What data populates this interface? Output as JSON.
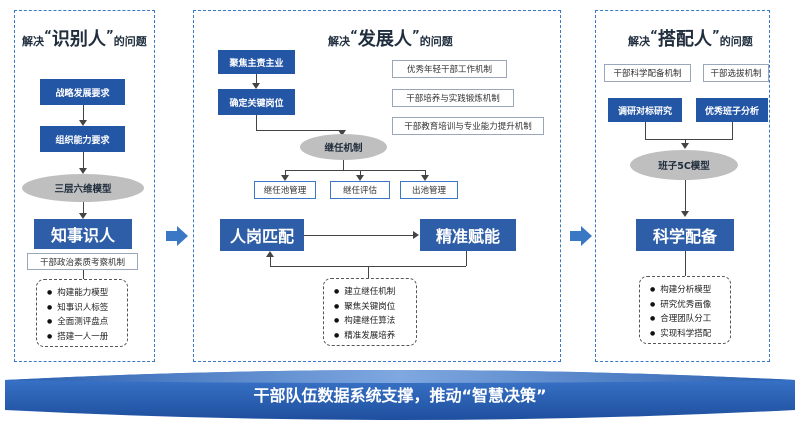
{
  "left": {
    "title_pre": "解决",
    "title_big": "识别人",
    "title_post": "的问题",
    "box1": "战略发展要求",
    "box2": "组织能力要求",
    "ellipse": "三层六维模型",
    "main": "知事识人",
    "sub": "干部政治素质考察机制",
    "bullets": [
      "构建能力模型",
      "知事识人标签",
      "全面测评盘点",
      "搭建一人一册"
    ]
  },
  "mid": {
    "title_pre": "解决",
    "title_big": "发展人",
    "title_post": "的问题",
    "box1": "聚焦主责主业",
    "box2": "确定关键岗位",
    "tags": [
      "优秀年轻干部工作机制",
      "干部培养与实践锻炼机制",
      "干部教育培训与专业能力提升机制"
    ],
    "ellipse": "继任机制",
    "subs": [
      "继任池管理",
      "继任评估",
      "出池管理"
    ],
    "main_left": "人岗匹配",
    "main_right": "精准赋能",
    "bullets": [
      "建立继任机制",
      "聚焦关键岗位",
      "构建继任算法",
      "精准发展培养"
    ]
  },
  "right": {
    "title_pre": "解决",
    "title_big": "搭配人",
    "title_post": "的问题",
    "tag1": "干部科学配备机制",
    "tag2": "干部选拔机制",
    "box1": "调研对标研究",
    "box2": "优秀班子分析",
    "ellipse": "班子5C模型",
    "main": "科学配备",
    "bullets": [
      "构建分析模型",
      "研究优秀画像",
      "合理团队分工",
      "实现科学搭配"
    ]
  },
  "footer": "干部队伍数据系统支撑，推动“智慧决策”",
  "colors": {
    "primary": "#2456a6",
    "accent": "#3a78c6",
    "ellipse": "#bfbfbf"
  }
}
